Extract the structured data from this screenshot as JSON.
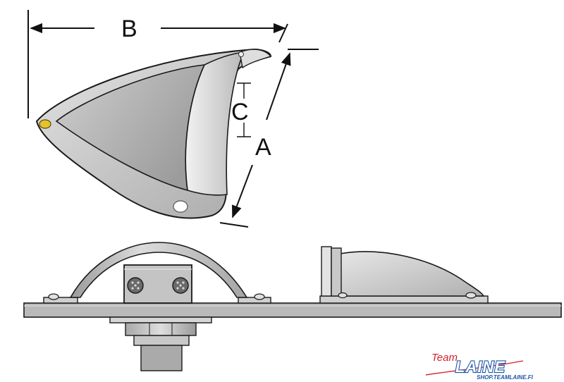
{
  "labels": {
    "a": "A",
    "b": "B",
    "c": "C"
  },
  "watermark": {
    "brand_script": "Team",
    "brand_name": "LAINE",
    "url": "SHOP.TEAMLAINE.FI"
  },
  "colors": {
    "metal_fill": "#c8c8c8",
    "metal_dark": "#8a8a8a",
    "board_fill": "#b9b9b9",
    "hole_yellow": "#e6c32a",
    "brand_red": "#d4202a",
    "brand_blue": "#1f56a8"
  }
}
